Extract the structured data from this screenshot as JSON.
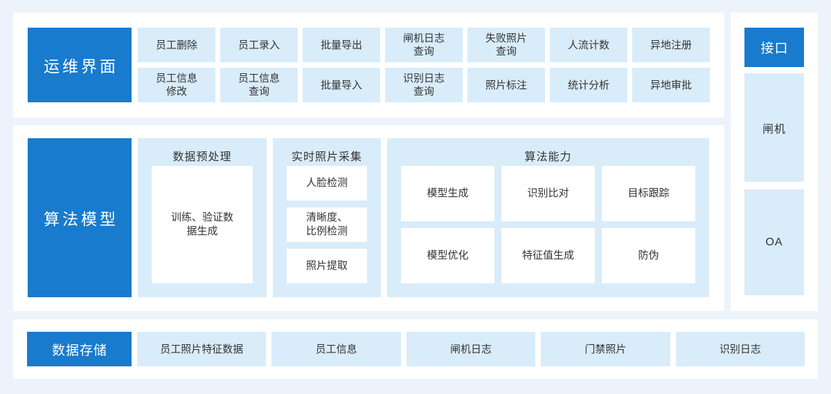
{
  "colors": {
    "page_bg": "#ecf3fb",
    "panel_bg": "#ffffff",
    "accent_blue": "#187bcd",
    "light_blue_box": "#d9ecfa",
    "text_dark": "#333333",
    "text_on_accent": "#ffffff"
  },
  "operations": {
    "label": "运维界面",
    "row1": [
      "员工删除",
      "员工录入",
      "批量导出",
      "闸机日志\n查询",
      "失败照片\n查询",
      "人流计数",
      "异地注册"
    ],
    "row2": [
      "员工信息\n修改",
      "员工信息\n查询",
      "批量导入",
      "识别日志\n查询",
      "照片标注",
      "统计分析",
      "异地审批"
    ]
  },
  "algorithm": {
    "label": "算法模型",
    "preprocess": {
      "title": "数据预处理",
      "item": "训练、验证数\n据生成"
    },
    "collect": {
      "title": "实时照片采集",
      "items": [
        "人脸检测",
        "清晰度、\n比例检测",
        "照片提取"
      ]
    },
    "capability": {
      "title": "算法能力",
      "row1": [
        "模型生成",
        "识别比对",
        "目标跟踪"
      ],
      "row2": [
        "模型优化",
        "特征值生成",
        "防伪"
      ]
    }
  },
  "interface": {
    "label": "接口",
    "items": [
      "闸机",
      "OA"
    ]
  },
  "storage": {
    "label": "数据存储",
    "items": [
      "员工照片特征数据",
      "员工信息",
      "闸机日志",
      "门禁照片",
      "识别日志"
    ]
  }
}
